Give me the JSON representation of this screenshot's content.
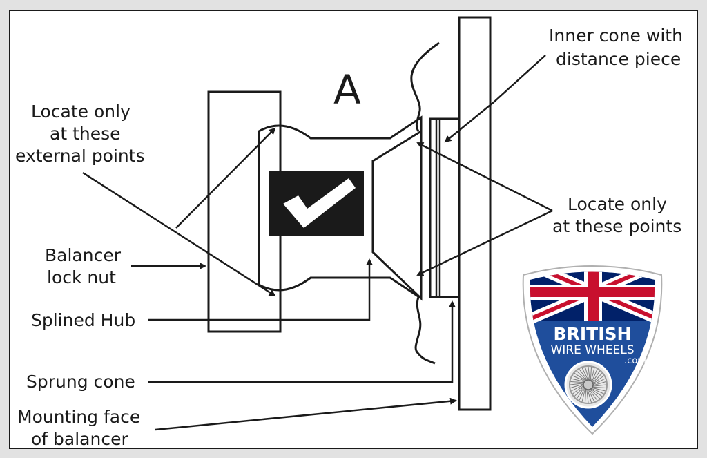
{
  "figure_letter": "A",
  "labels": {
    "inner_cone_line1": "Inner cone with",
    "inner_cone_line2": "distance piece",
    "locate_external_line1": "Locate only",
    "locate_external_line2": "at these",
    "locate_external_line3": "external points",
    "locate_points_line1": "Locate only",
    "locate_points_line2": "at these points",
    "lock_nut_line1": "Balancer",
    "lock_nut_line2": "lock nut",
    "splined_hub": "Splined Hub",
    "sprung_cone": "Sprung cone",
    "mounting_face_line1": "Mounting face",
    "mounting_face_line2": "of balancer"
  },
  "logo": {
    "line1": "BRITISH",
    "line2": "WIRE WHEELS",
    "line3": ".com"
  },
  "colors": {
    "ink": "#1a1a1a",
    "badge_blue": "#1f4e9c",
    "flag_red": "#c8102e",
    "flag_blue": "#012169"
  },
  "icons": [
    "checkmark-icon",
    "union-jack-icon",
    "wire-wheel-icon"
  ]
}
